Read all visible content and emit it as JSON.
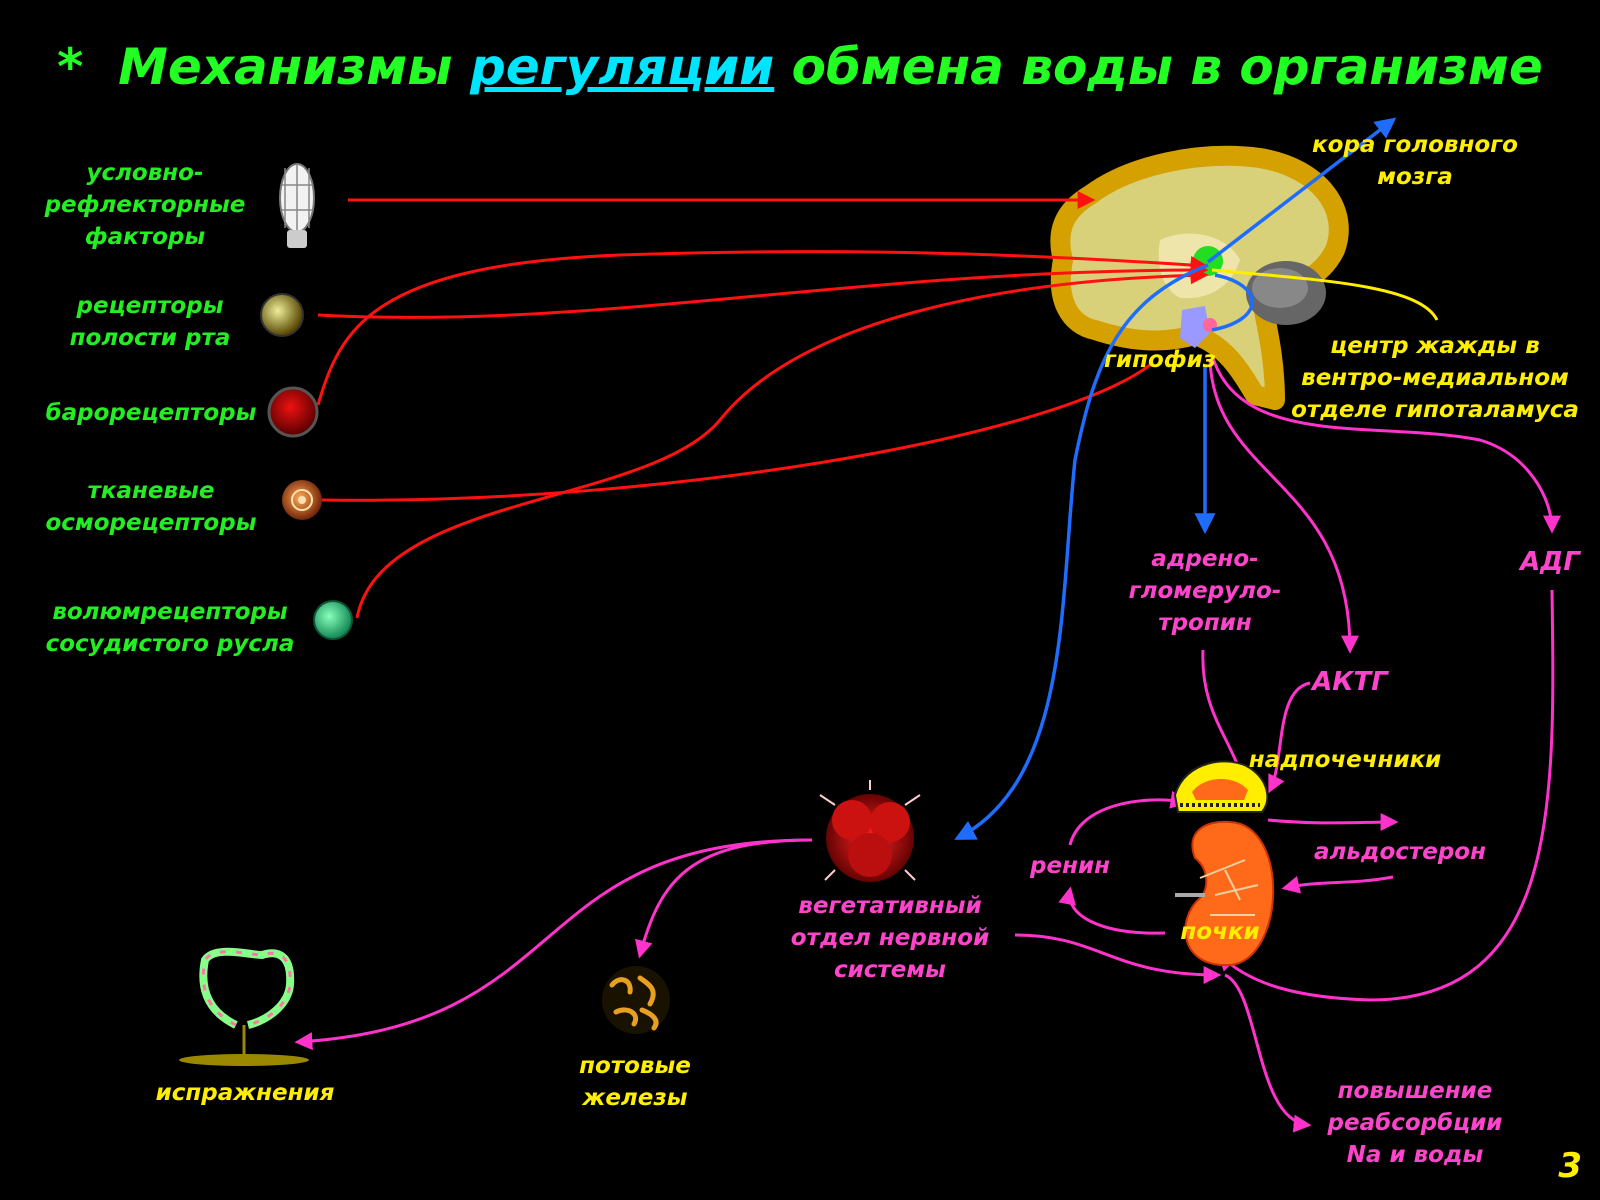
{
  "title": {
    "star": "*",
    "before": "Механизмы",
    "highlight": "регуляции",
    "after": "обмена воды в организме"
  },
  "inputs": [
    {
      "id": "conditioned",
      "lines": [
        "условно-",
        "рефлекторные",
        "факторы"
      ]
    },
    {
      "id": "oral",
      "lines": [
        "рецепторы",
        "полости рта"
      ]
    },
    {
      "id": "baro",
      "lines": [
        "барорецепторы"
      ]
    },
    {
      "id": "osmo",
      "lines": [
        "тканевые",
        "осморецепторы"
      ]
    },
    {
      "id": "volume",
      "lines": [
        "волюмрецепторы",
        "сосудистого русла"
      ]
    }
  ],
  "brain": {
    "cortex": [
      "кора головного",
      "мозга"
    ],
    "pituitary": "гипофиз",
    "thirst_center": [
      "центр жажды в",
      "вентро-медиальном",
      "отделе гипоталамуса"
    ]
  },
  "hormones": {
    "adrenoglomerulotropin": [
      "адрено-",
      "гломеруло-",
      "тропин"
    ],
    "acth": "АКТГ",
    "adh": "АДГ",
    "aldosterone": "альдостерон",
    "renin": "ренин"
  },
  "organs": {
    "adrenals": "надпочечники",
    "kidneys": "почки",
    "ans": [
      "вегетативный",
      "отдел нервной",
      "системы"
    ],
    "sweat_glands": [
      "потовые",
      "железы"
    ],
    "excretion": "испражнения"
  },
  "outcome": [
    "повышение",
    "реабсорбции",
    "Na и воды"
  ],
  "slide_number": "3",
  "colors": {
    "title": "#22ff22",
    "title_highlight": "#00e5ff",
    "input_label": "#22ee22",
    "brain_label": "#ffee00",
    "hormone_label": "#ff44cc",
    "afferent_arrow": "#ff1111",
    "nerve_arrow": "#1f6dff",
    "hormone_arrow": "#ff33cc",
    "thirst_pointer": "#ffee00"
  },
  "icons": {
    "conditioned": "light-bulb-icon",
    "oral": "mouth-receptor-icon",
    "baro": "baroreceptor-icon",
    "osmo": "osmoreceptor-icon",
    "volume": "volume-receptor-icon",
    "brain": "brain-sagittal-icon",
    "ans": "nerve-ganglion-icon",
    "adrenals": "adrenal-gland-icon",
    "kidneys": "kidney-icon",
    "sweat_glands": "sweat-gland-icon",
    "excretion": "intestine-icon"
  }
}
